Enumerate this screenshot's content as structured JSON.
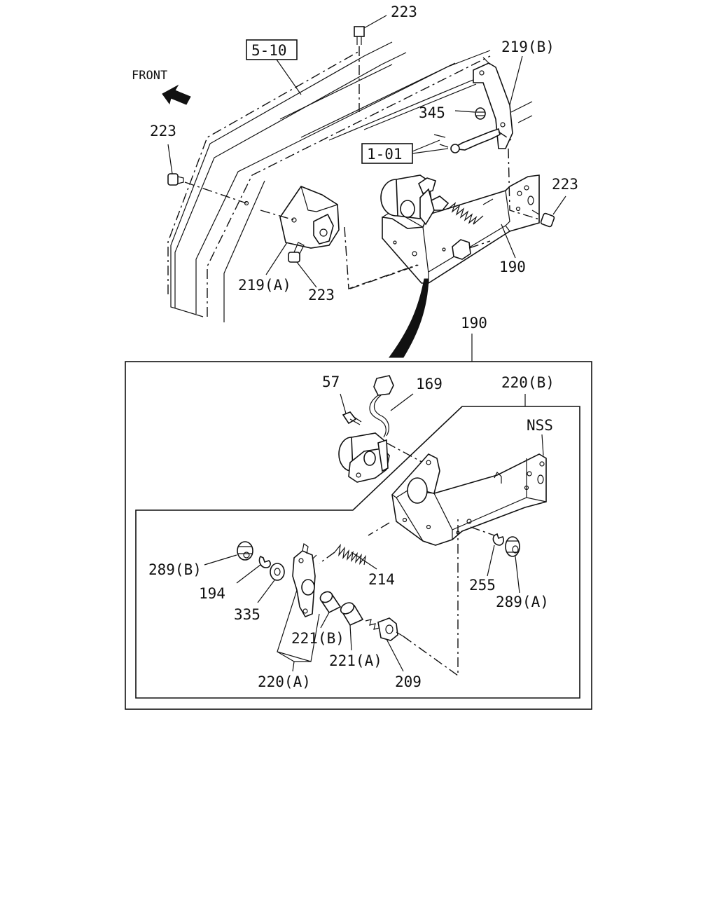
{
  "direction_label": "FRONT",
  "references": {
    "ref_5_10": "5-10",
    "ref_1_01": "1-01"
  },
  "callouts": {
    "c223_top": "223",
    "c219b": "219(B)",
    "c345": "345",
    "c223_left": "223",
    "c223_right": "223",
    "c190_top": "190",
    "c219a": "219(A)",
    "c223_bottom": "223",
    "c190_detail": "190",
    "c57": "57",
    "c169": "169",
    "c220b": "220(B)",
    "cNSS": "NSS",
    "c289b": "289(B)",
    "c214": "214",
    "c194": "194",
    "c335": "335",
    "c255": "255",
    "c289a": "289(A)",
    "c221b": "221(B)",
    "c221a": "221(A)",
    "c220a": "220(A)",
    "c209": "209"
  },
  "colors": {
    "ink": "#111111",
    "paper": "#ffffff"
  }
}
